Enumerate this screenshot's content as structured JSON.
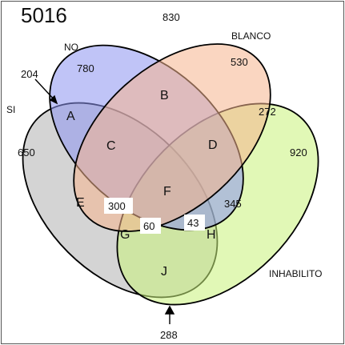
{
  "total": "5016",
  "outside_count": "830",
  "sets": {
    "si": "SI",
    "no": "NO",
    "blanco": "BLANCO",
    "inhabilito": "INHABILITO"
  },
  "colors": {
    "si": "#b0b0b0",
    "no": "#8c93f0",
    "blanco": "#f6b48e",
    "inhabilito": "#c8f27a",
    "outline": "#000000"
  },
  "regions": {
    "a": "A",
    "b": "B",
    "c": "C",
    "d": "D",
    "e": "E",
    "f": "F",
    "g": "G",
    "h": "H",
    "j": "J"
  },
  "counts": {
    "only_no": "780",
    "only_blanco": "530",
    "si_no_outer": "204",
    "no_blanco_inhabilito_edge": "272",
    "only_si": "650",
    "only_inhabilito": "920",
    "boxed_300": "300",
    "boxed_60": "60",
    "boxed_43": "43",
    "inhabilito_right": "345",
    "bottom": "288"
  }
}
